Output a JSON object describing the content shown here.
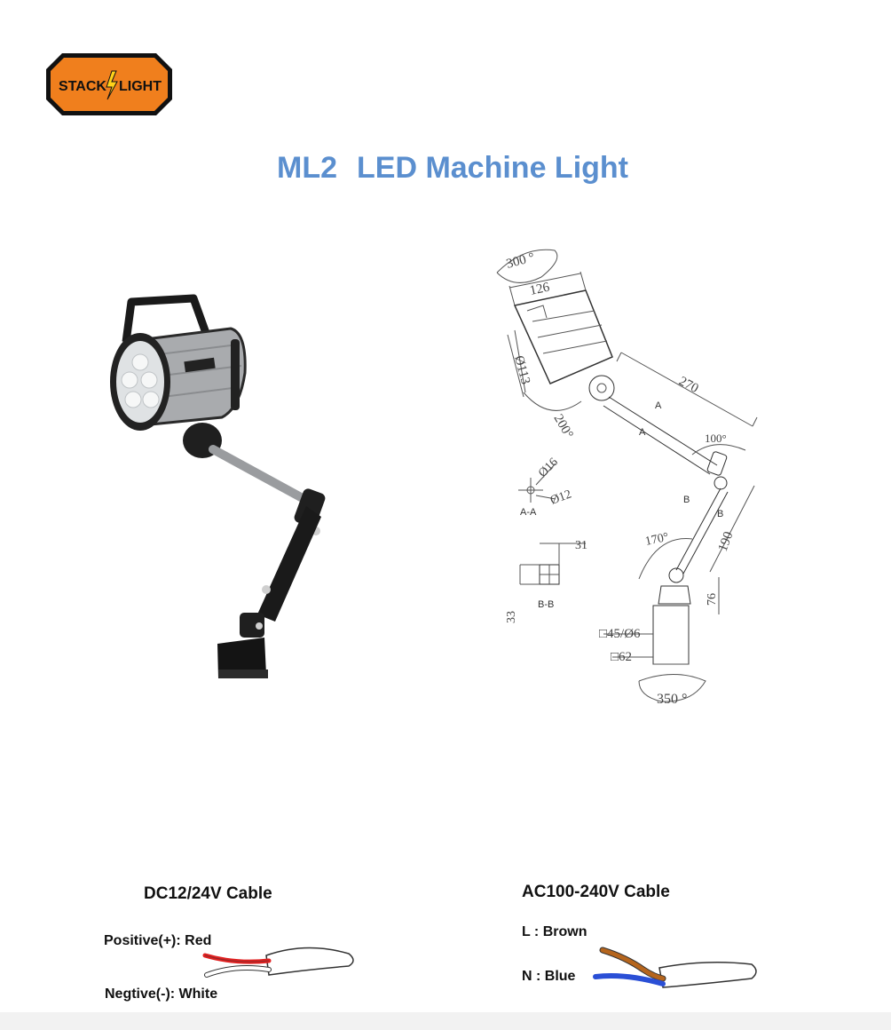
{
  "brand": {
    "logo_text_left": "STACK",
    "logo_text_right": "LIGHT"
  },
  "title": {
    "model": "ML2",
    "name": "LED Machine Light"
  },
  "drawing": {
    "dims": {
      "rot_head": "300 °",
      "width": "126",
      "diameter": "Ø113",
      "rot_tilt": "200°",
      "arm_len": "270",
      "angle_top": "100°",
      "angle_mid": "170°",
      "len_b": "190",
      "len_base": "76",
      "pipe_outer": "Ø16",
      "pipe_inner": "Ø12",
      "section_aa": "A-A",
      "bb_w": "31",
      "bb_h": "33",
      "section_bb": "B-B",
      "base_a": "□45/Ø6",
      "base_b": "□62",
      "rot_base": "350 °",
      "mark_a": "A",
      "mark_b": "B"
    }
  },
  "cables": {
    "dc": {
      "title": "DC12/24V Cable",
      "pos": "Positive(+): Red",
      "neg": "Negtive(-): White",
      "color_pos": "#e02020",
      "color_neg": "#ffffff"
    },
    "ac": {
      "title": "AC100-240V Cable",
      "l": "L : Brown",
      "n": "N : Blue",
      "color_l": "#b5651d",
      "color_n": "#2a4fd6"
    }
  }
}
